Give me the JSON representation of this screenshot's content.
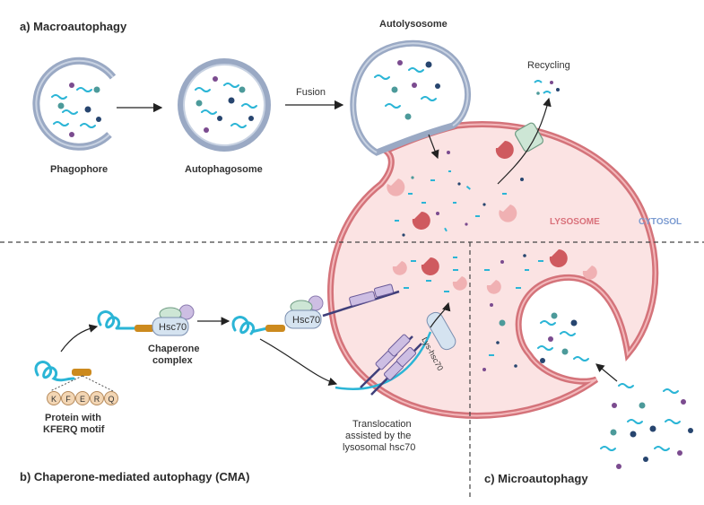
{
  "sections": {
    "macro": "a) Macroautophagy",
    "cma": "b) Chaperone-mediated autophagy (CMA)",
    "micro": "c) Microautophagy"
  },
  "labels": {
    "phagophore": "Phagophore",
    "autophagosome": "Autophagosome",
    "fusion": "Fusion",
    "autolysosome": "Autolysosome",
    "recycling": "Recycling",
    "lysosome": "LYSOSOME",
    "cytosol": "CYTOSOL",
    "hsc70": "Hsc70",
    "hsc70_b": "Hsc70",
    "chaperone_1": "Chaperone",
    "chaperone_2": "complex",
    "lys_hsc70": "Lys-hsc70",
    "protein_1": "Protein with",
    "protein_2": "KFERQ motif",
    "translocation_1": "Translocation",
    "translocation_2": "assisted by the",
    "translocation_3": "lysosomal hsc70"
  },
  "kferq": [
    "K",
    "F",
    "E",
    "R",
    "Q"
  ],
  "colors": {
    "membrane": "#9aa9c4",
    "lysosome_fill": "#fbe3e3",
    "lysosome_border": "#d4737a",
    "lysosome_text": "#d9707a",
    "cytosol_text": "#7b9bd1",
    "cargo_cyan": "#2bb5d6",
    "cargo_teal": "#4c9a9a",
    "cargo_navy": "#27456f",
    "cargo_purple": "#7b4b8f",
    "hydrolase_red": "#cf5a5f",
    "hydrolase_pink": "#f0b1b3",
    "hsc70": "#d5e3f0",
    "kferq_bead": "#f3d6b4",
    "motif_tag": "#cc8a1e",
    "lamp_box": "#cdbee3",
    "channel": "#cde6d5"
  }
}
